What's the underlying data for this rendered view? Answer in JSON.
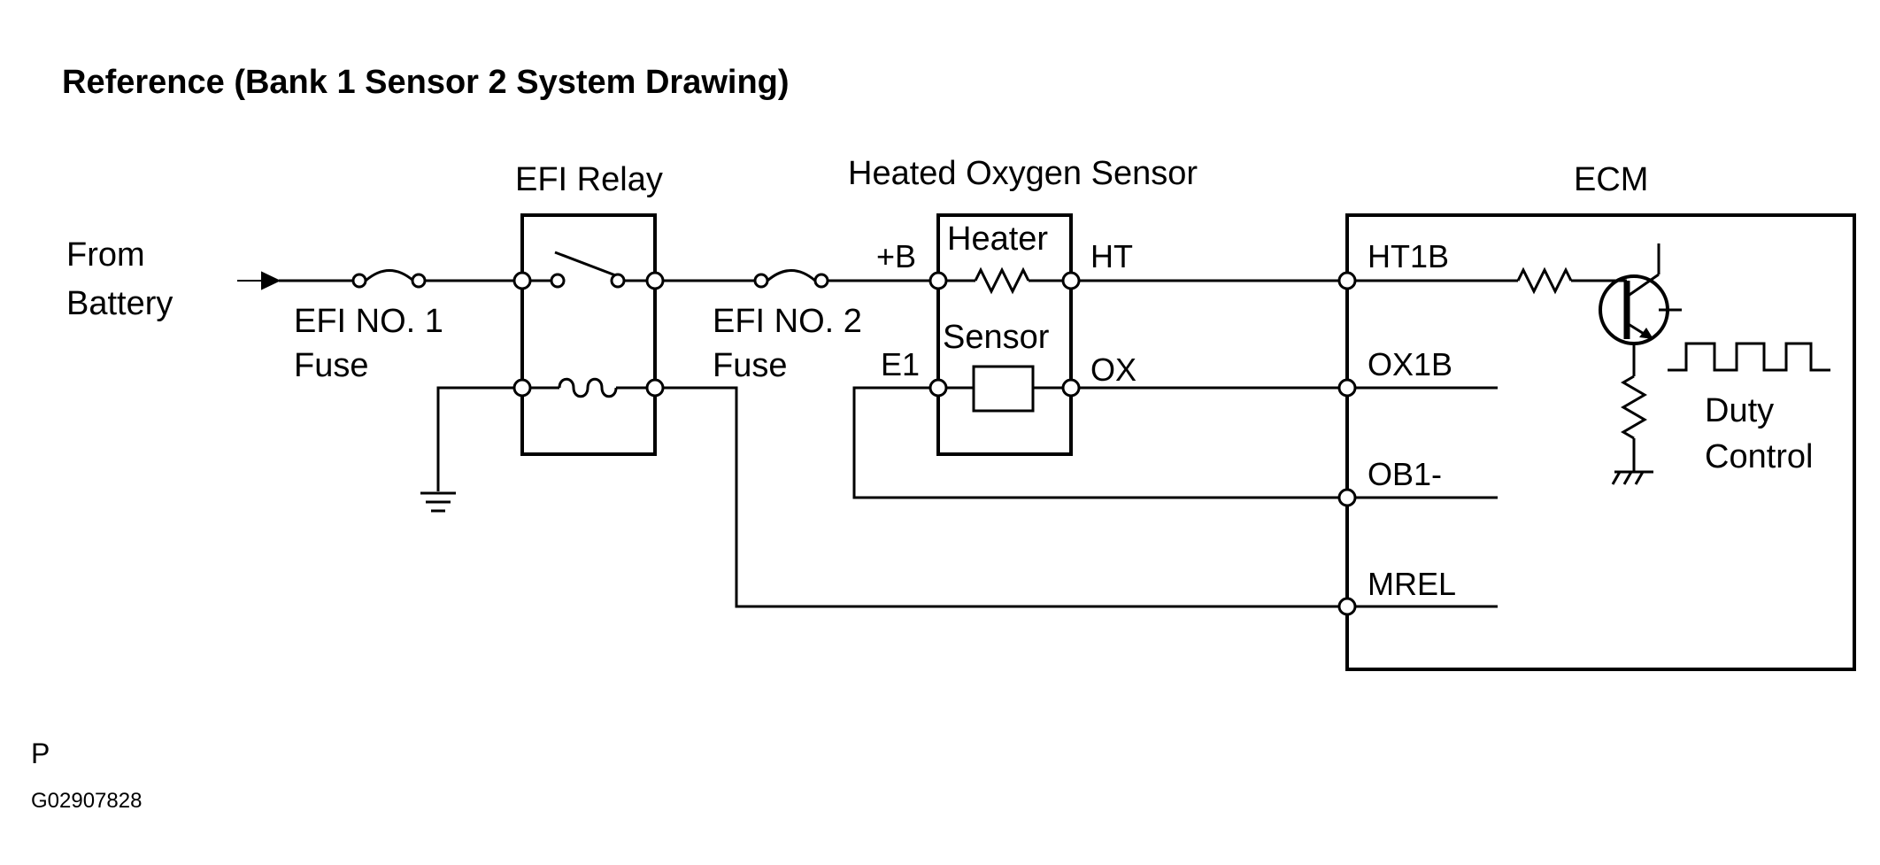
{
  "title": "Reference (Bank 1 Sensor 2 System Drawing)",
  "source": {
    "line1": "From",
    "line2": "Battery"
  },
  "fuse1": {
    "line1": "EFI NO. 1",
    "line2": "Fuse"
  },
  "relay": {
    "label": "EFI Relay"
  },
  "fuse2": {
    "line1": "EFI NO. 2",
    "line2": "Fuse"
  },
  "sensor": {
    "label": "Heated Oxygen Sensor",
    "heater": "Heater",
    "element": "Sensor",
    "pins": {
      "b_plus": "+B",
      "e1": "E1",
      "ht": "HT",
      "ox": "OX"
    }
  },
  "ecm": {
    "label": "ECM",
    "pins": {
      "ht1b": "HT1B",
      "ox1b": "OX1B",
      "ob1": "OB1-",
      "mrel": "MREL"
    },
    "duty": {
      "line1": "Duty",
      "line2": "Control"
    }
  },
  "footer": {
    "code": "P",
    "figure_id": "G02907828"
  }
}
